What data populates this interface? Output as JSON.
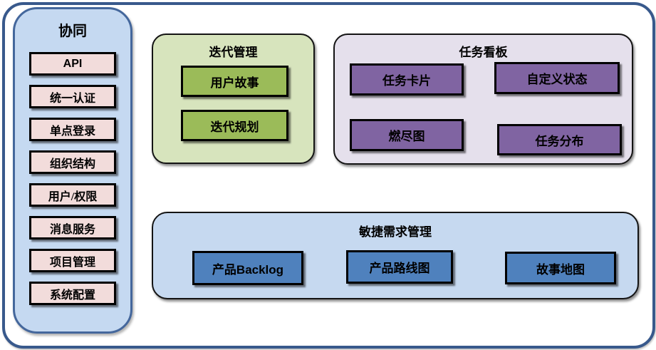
{
  "sidebar": {
    "title": "协同",
    "items": [
      {
        "label": "API"
      },
      {
        "label": "统一认证"
      },
      {
        "label": "单点登录"
      },
      {
        "label": "组织结构"
      },
      {
        "label": "用户/权限"
      },
      {
        "label": "消息服务"
      },
      {
        "label": "项目管理"
      },
      {
        "label": "系统配置"
      }
    ]
  },
  "groups": [
    {
      "title": "迭代管理",
      "items": [
        {
          "label": "用户故事"
        },
        {
          "label": "迭代规划"
        }
      ]
    },
    {
      "title": "任务看板",
      "items": [
        {
          "label": "任务卡片"
        },
        {
          "label": "自定义状态"
        },
        {
          "label": "燃尽图"
        },
        {
          "label": "任务分布"
        }
      ]
    },
    {
      "title": "敏捷需求管理",
      "items": [
        {
          "label": "产品Backlog"
        },
        {
          "label": "产品路线图"
        },
        {
          "label": "故事地图"
        }
      ]
    }
  ],
  "colors": {
    "outer-border": "#38598C",
    "sidebar-fill": "#C5D9F1",
    "sidebar-border": "#44679C",
    "pink": "#F2DCDB",
    "green-light": "#D7E4BD",
    "green": "#9BBB59",
    "purple-light": "#E5E0EC",
    "purple": "#8064A2",
    "blue-light": "#C6D9F0",
    "blue": "#4F81BD",
    "ink": "#000000"
  }
}
